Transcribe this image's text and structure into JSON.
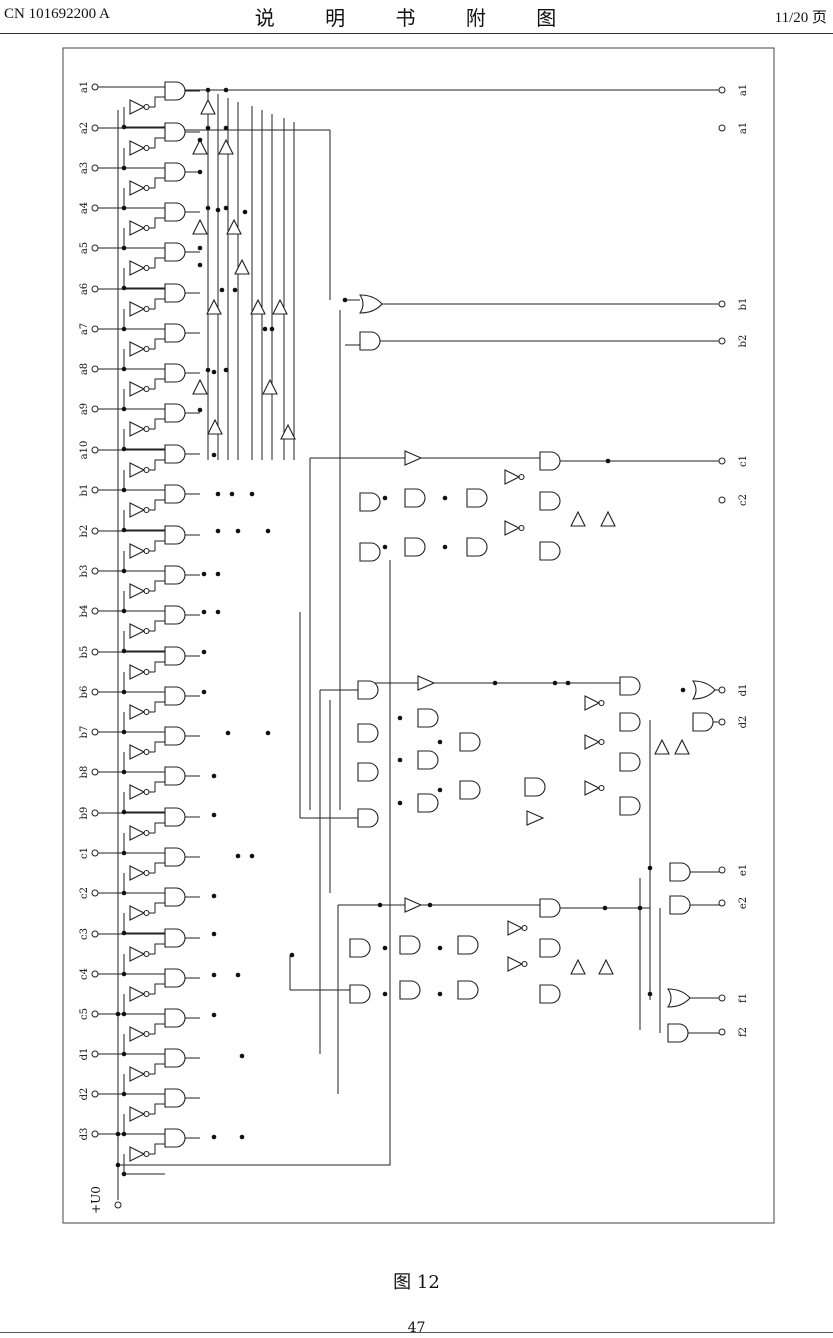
{
  "header": {
    "doc_number": "CN 101692200 A",
    "title": "说 明 书 附 图",
    "page_of": "11/20 页"
  },
  "left_terminals": [
    "a1",
    "a2",
    "a3",
    "a4",
    "a5",
    "a6",
    "a7",
    "a8",
    "a9",
    "a10",
    "b1",
    "b2",
    "b3",
    "b4",
    "b5",
    "b6",
    "b7",
    "b8",
    "b9",
    "c1",
    "c2",
    "c3",
    "c4",
    "c5",
    "d1",
    "d2",
    "d3"
  ],
  "power_terminal": "+U0",
  "right_terminals": [
    "a1",
    "a1",
    "b1",
    "b2",
    "c1",
    "c2",
    "d1",
    "d2",
    "e1",
    "e2",
    "f1",
    "f2"
  ],
  "caption": "图 12",
  "page_number": "47"
}
